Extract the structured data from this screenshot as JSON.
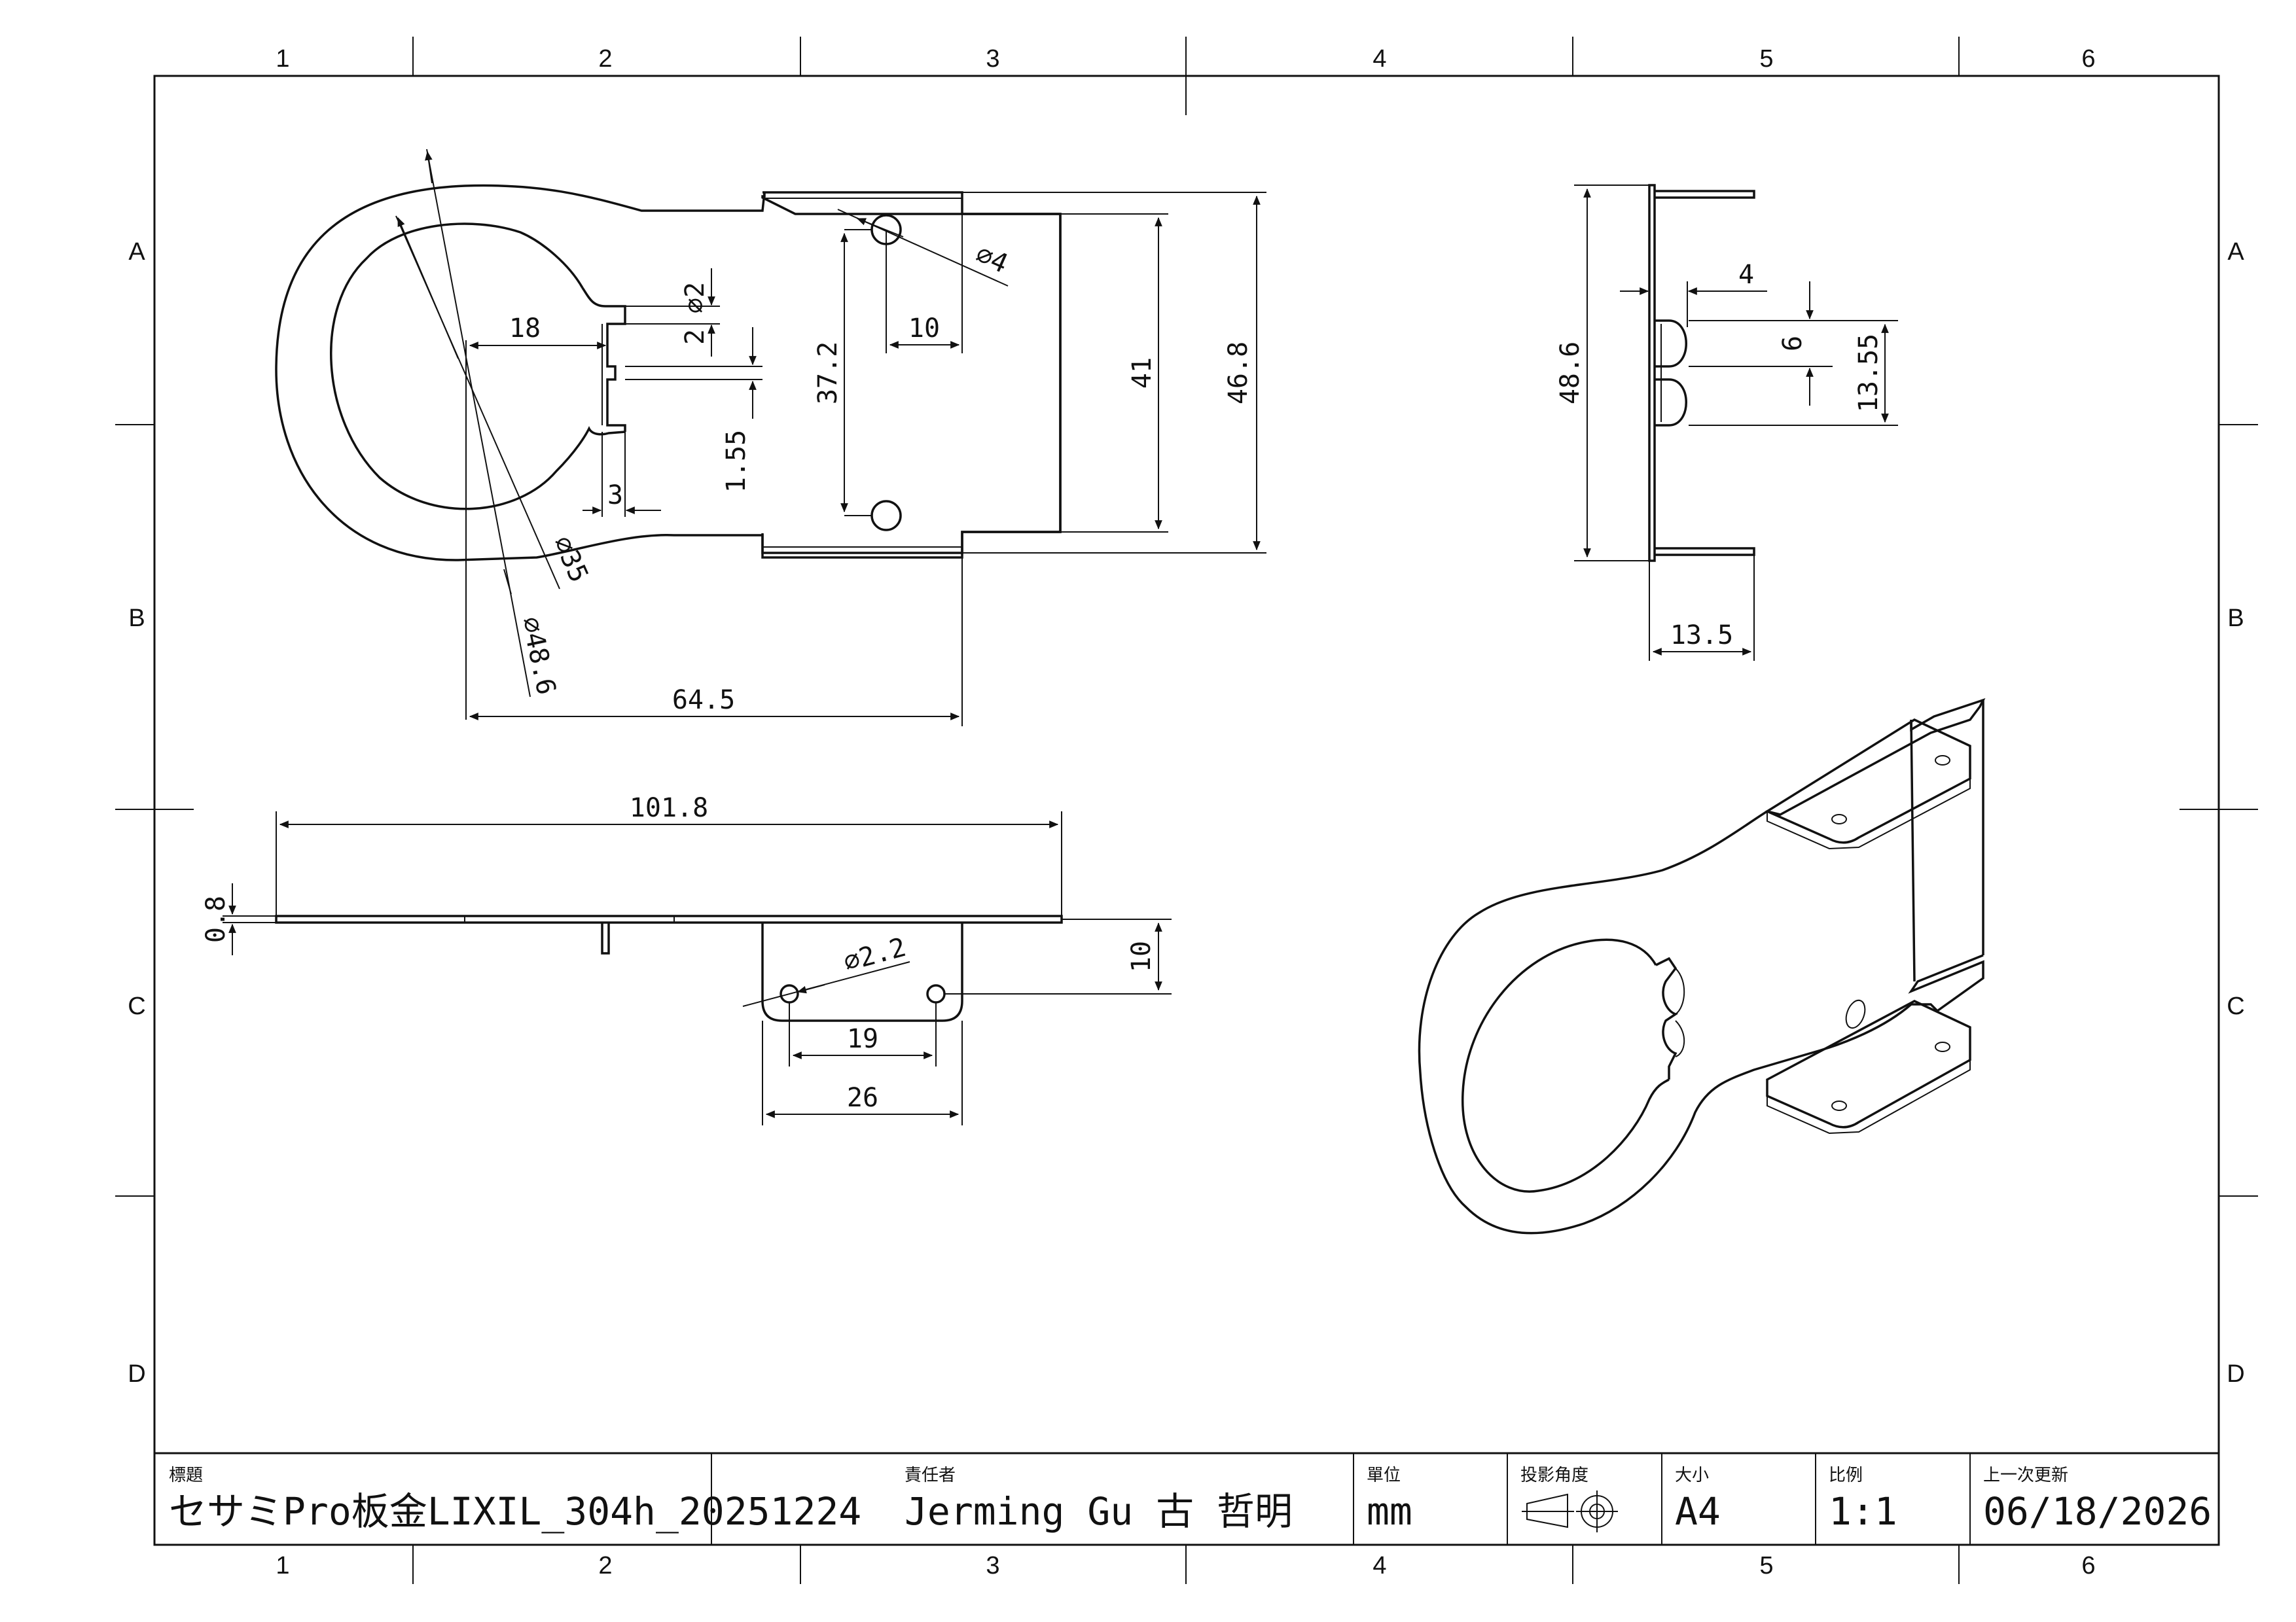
{
  "zones": {
    "columns": [
      "1",
      "2",
      "3",
      "4",
      "5",
      "6"
    ],
    "rows": [
      "A",
      "B",
      "C",
      "D"
    ]
  },
  "dimensions": {
    "d_048_6": "⌀48.6",
    "d_035": "⌀35",
    "d_04": "⌀4",
    "d_022": "⌀2.2",
    "d_02": "⌀2",
    "len_18": "18",
    "len_2": "2",
    "len_3": "3",
    "len_1_55": "1.55",
    "len_37_2": "37.2",
    "len_10_top": "10",
    "len_41": "41",
    "len_46_8": "46.8",
    "len_64_5": "64.5",
    "len_48_6": "48.6",
    "len_4": "4",
    "len_6": "6",
    "len_13_55": "13.55",
    "len_13_5": "13.5",
    "len_101_8": "101.8",
    "len_0_8": "0.8",
    "len_10_side": "10",
    "len_19": "19",
    "len_26": "26"
  },
  "title_block": {
    "title_label": "標題",
    "title_value": "セサミPro板金LIXIL_304h_20251224",
    "owner_label": "責任者",
    "owner_value": "Jerming Gu 古 哲明",
    "unit_label": "單位",
    "unit_value": "mm",
    "projection_label": "投影角度",
    "size_label": "大小",
    "size_value": "A4",
    "scale_label": "比例",
    "scale_value": "1:1",
    "updated_label": "上一次更新",
    "updated_value": "06/18/2026"
  }
}
